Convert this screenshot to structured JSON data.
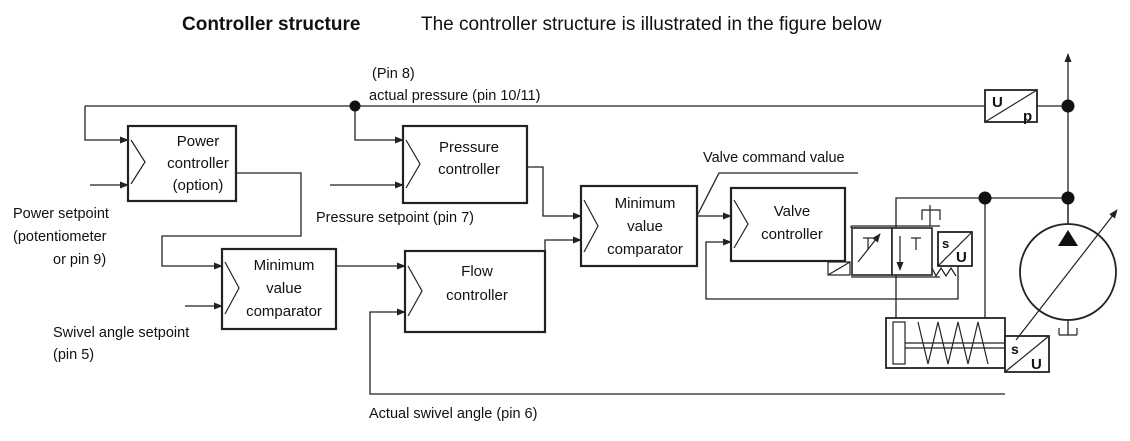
{
  "header": {
    "title": "Controller structure",
    "description": "The controller structure is illustrated in the figure below"
  },
  "blocks": {
    "power_controller": [
      "Power",
      "controller",
      "(option)"
    ],
    "pressure_controller": [
      "Pressure",
      "controller"
    ],
    "min_comparator_1": [
      "Minimum",
      "value",
      "comparator"
    ],
    "min_comparator_2": [
      "Minimum",
      "value",
      "comparator"
    ],
    "flow_controller": [
      "Flow",
      "controller"
    ],
    "valve_controller": [
      "Valve",
      "controller"
    ]
  },
  "labels": {
    "pin8": "(Pin 8)",
    "actual_pressure": "actual pressure (pin 10/11)",
    "valve_command": "Valve command value",
    "pressure_setpoint": "Pressure setpoint (pin 7)",
    "power_setpoint": [
      "Power setpoint",
      "(potentiometer",
      "or pin 9)"
    ],
    "swivel_setpoint": [
      "Swivel angle setpoint",
      "(pin 5)"
    ],
    "actual_swivel": "Actual swivel angle (pin 6)"
  },
  "transducers": {
    "pressure": {
      "top": "U",
      "bottom": "p"
    },
    "valve_position": {
      "top": "s",
      "bottom": "U"
    },
    "swivel_position": {
      "top": "s",
      "bottom": "U"
    }
  }
}
